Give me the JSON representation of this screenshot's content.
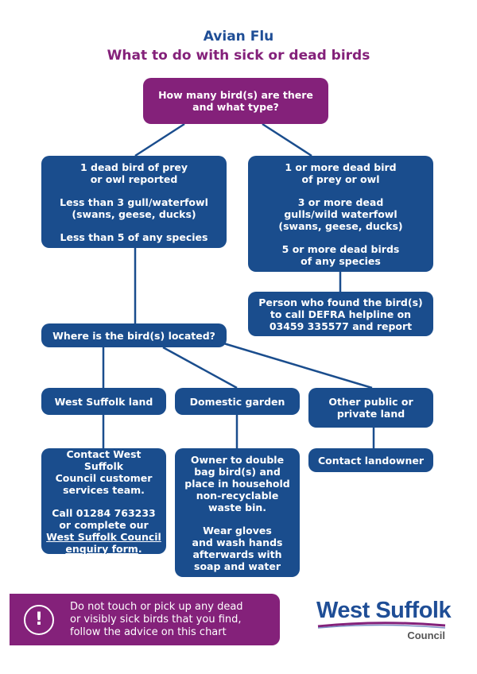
{
  "header": {
    "title": "Avian Flu",
    "subtitle": "What to do with sick or dead birds"
  },
  "flowchart": {
    "start": [
      "How many bird(s) are there",
      "and what type?"
    ],
    "left_branch": {
      "para1": [
        "1 dead bird of prey",
        "or owl reported"
      ],
      "para2": [
        "Less than 3 gull/waterfowl",
        "(swans, geese, ducks)"
      ],
      "para3": [
        "Less than 5 of any species"
      ]
    },
    "right_branch": {
      "para1": [
        "1 or more dead bird",
        "of prey or owl"
      ],
      "para2": [
        "3 or more dead",
        "gulls/wild waterfowl",
        "(swans, geese, ducks)"
      ],
      "para3": [
        "5 or more dead birds",
        "of any species"
      ]
    },
    "defra": [
      "Person who found the bird(s)",
      "to call DEFRA helpline on",
      "03459 335577 and report"
    ],
    "location_question": "Where is the bird(s) located?",
    "west_suffolk_land": "West Suffolk land",
    "domestic_garden": "Domestic garden",
    "other_land": [
      "Other public or",
      "private land"
    ],
    "west_suffolk_action": {
      "para1": [
        "Contact West Suffolk",
        "Council customer",
        "services team."
      ],
      "para2": [
        "Call 01284 763233",
        "or complete our"
      ],
      "link_line1": "West Suffolk Council",
      "link_line2": "enquiry form",
      "link_suffix": "."
    },
    "garden_action": {
      "para1": [
        "Owner to double",
        "bag bird(s) and",
        "place in household",
        "non-recyclable",
        "waste bin."
      ],
      "para2": [
        "Wear gloves",
        "and wash hands",
        "afterwards with",
        "soap and water"
      ]
    },
    "other_action": "Contact landowner"
  },
  "warning": {
    "icon": "exclamation-icon",
    "lines": [
      "Do not touch or pick up any dead",
      "or visibly sick birds that you find,",
      "follow the advice on this chart"
    ]
  },
  "logo": {
    "name": "West Suffolk",
    "sub": "Council"
  },
  "colors": {
    "blue": "#1a4d8d",
    "purple": "#84217a",
    "title_blue": "#1f4e96"
  }
}
